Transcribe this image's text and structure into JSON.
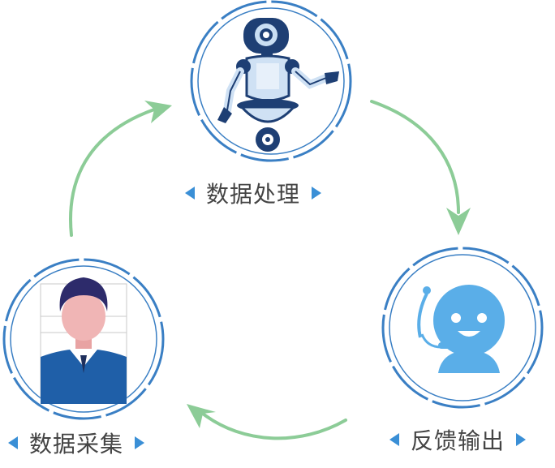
{
  "nodes": {
    "processing": {
      "label": "数据处理",
      "icon": "robot-icon"
    },
    "collection": {
      "label": "数据采集",
      "icon": "person-face-scan-icon"
    },
    "feedback": {
      "label": "反馈输出",
      "icon": "chatbot-headset-icon"
    }
  },
  "colors": {
    "ring": "#3a7fc4",
    "arrow": "#8ccc97",
    "triangle": "#3a8fd6",
    "text": "#444444"
  }
}
